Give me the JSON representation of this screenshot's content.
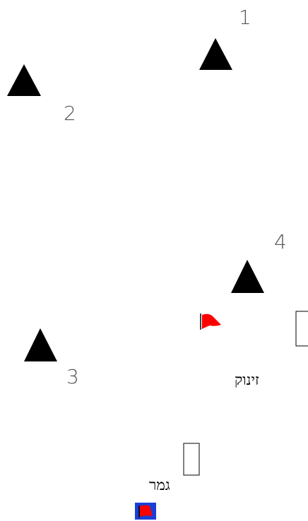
{
  "controls": [
    {
      "number": "1"
    },
    {
      "number": "2"
    },
    {
      "number": "3"
    },
    {
      "number": "4"
    }
  ],
  "start": {
    "label": "זינוק"
  },
  "finish": {
    "label": "גמר"
  },
  "colors": {
    "triangle": "#000000",
    "flag": "#ff0000",
    "flag_box": "#1a3fd6",
    "number": "#555555"
  },
  "icons": [
    "control-triangle-icon",
    "start-flag-icon",
    "finish-flag-icon",
    "marker-box-icon"
  ]
}
